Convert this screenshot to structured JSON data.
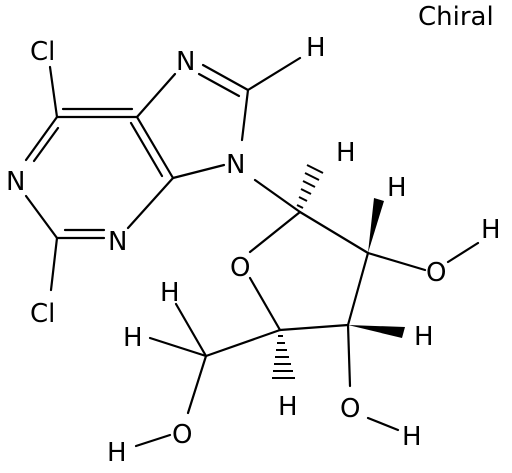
{
  "chiral_flag": "Chiral",
  "atoms": {
    "cl_top": "Cl",
    "cl_bottom": "Cl",
    "n_pyrimidine_left": "N",
    "n_pyrimidine_bottom": "N",
    "n_imidazole_top": "N",
    "n_imidazole_9": "N",
    "h_imidazole": "H",
    "o_ring": "O",
    "h_c1": "H",
    "h_c2": "H",
    "o_c2": "O",
    "h_o_c2": "H",
    "h_c3": "H",
    "o_c3": "O",
    "h_o_c3": "H",
    "h_c4": "H",
    "h_c5a": "H",
    "h_c5b": "H",
    "o_c5": "O",
    "h_o_c5": "H"
  },
  "colors": {
    "ink": "#000000",
    "background": "#ffffff"
  }
}
